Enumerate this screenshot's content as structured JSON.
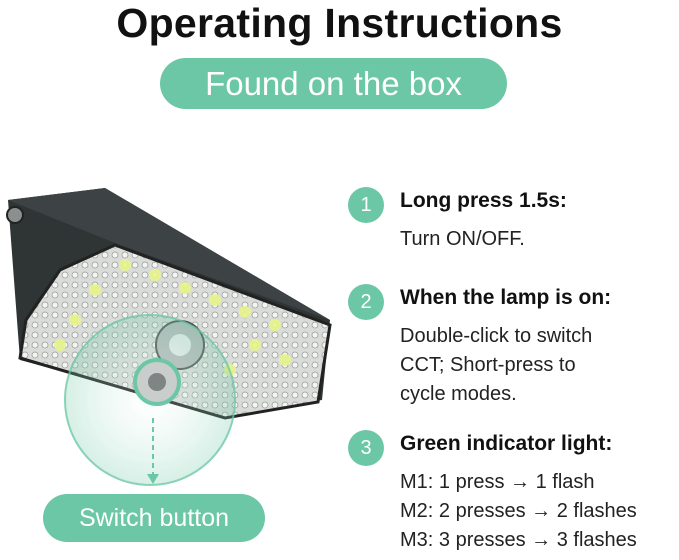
{
  "header": {
    "title": "Operating Instructions",
    "subtitle": "Found on the box"
  },
  "callout": {
    "label": "Switch button"
  },
  "steps": [
    {
      "number": "1",
      "title": "Long press 1.5s:",
      "lines": [
        "Turn ON/OFF."
      ]
    },
    {
      "number": "2",
      "title": "When the lamp is on:",
      "lines": [
        "Double-click to switch",
        "CCT; Short-press to",
        "cycle modes."
      ]
    },
    {
      "number": "3",
      "title": "Green indicator light:",
      "lines": [
        "M1: 1 press → 1 flash",
        "M2: 2 presses → 2 flashes",
        "M3: 3 presses → 3 flashes"
      ]
    }
  ],
  "colors": {
    "accent": "#6cc7a6"
  }
}
